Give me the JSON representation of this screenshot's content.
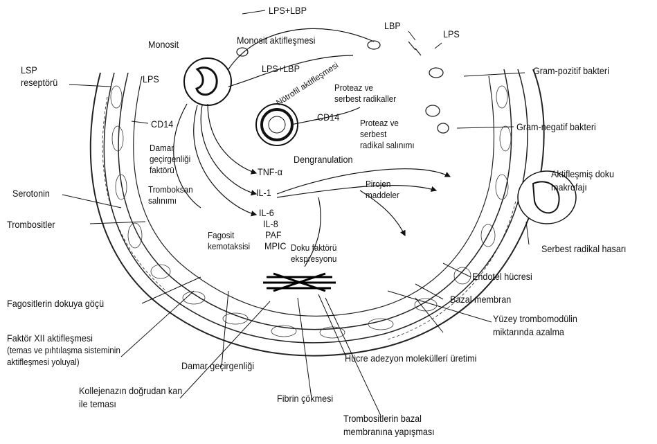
{
  "labels": {
    "lps_lbp_top": "LPS+LBP",
    "lbp": "LBP",
    "lps_right": "LPS",
    "monosit": "Monosit",
    "monosit_aktiflesmesi": "Monosit aktifleşmesi",
    "lps_lbp_mid": "LPS+LBP",
    "notrofil_aktiflesmesi": "Nötrofil aktifleşmesi",
    "lsp_reseptoru_1": "LSP",
    "lsp_reseptoru_2": "reseptörü",
    "lps_left": "LPS",
    "proteaz_1": "Proteaz ve",
    "proteaz_2": "serbest radikaller",
    "gram_pozitif": "Gram-pozitif bakteri",
    "cd14_left": "CD14",
    "cd14_mid": "CD14",
    "proteaz_salinim_1": "Proteaz ve",
    "proteaz_salinim_2": "serbest",
    "proteaz_salinim_3": "radikal salınımı",
    "gram_negatif": "Gram-negatif bakteri",
    "damar_1": "Damar",
    "damar_2": "geçirgenliği",
    "damar_3": "faktörü",
    "dengranulation": "Dengranulation",
    "tnf": "TNF-α",
    "aktif_doku_1": "Aktifleşmiş doku",
    "aktif_doku_2": "makrofajı",
    "serotonin": "Serotonin",
    "il1": "IL-1",
    "pirojen_1": "Pirojen",
    "pirojen_2": "maddeler",
    "tromboksan_1": "Tromboksan",
    "tromboksan_2": "salınımı",
    "il6": "IL-6",
    "il8": "IL-8",
    "paf": "PAF",
    "mpic": "MPIC",
    "trombositler": "Trombositler",
    "fagosit_1": "Fagosit",
    "fagosit_2": "kemotaksisi",
    "doku_faktoru_1": "Doku faktörü",
    "doku_faktoru_2": "ekspresyonu",
    "serbest_radikal_hasari": "Serbest radikal hasarı",
    "endotel": "Endotel hücresi",
    "fagosit_goc": "Fagositlerin dokuya göçü",
    "bazal_membran": "Bazal membran",
    "yuzey_1": "Yüzey trombomodülin",
    "yuzey_2": "miktarında azalma",
    "faktor12_1": "Faktör XII aktifleşmesi",
    "faktor12_2": "(temas ve pıhtılaşma sisteminin",
    "faktor12_3": "aktifleşmesi yoluyal)",
    "damar_gecirgenligi": "Damar geçirgenliği",
    "hucre_adezyon": "Hücre adezyon moleküllerí üretimi",
    "kollejenaz_1": "Kollejenazın doğrudan kan",
    "kollejenaz_2": "ile teması",
    "fibrin": "Fibrin çökmesi",
    "trombosit_bazal_1": "Trombositlerin bazal",
    "trombosit_bazal_2": "membranına yapışması"
  }
}
